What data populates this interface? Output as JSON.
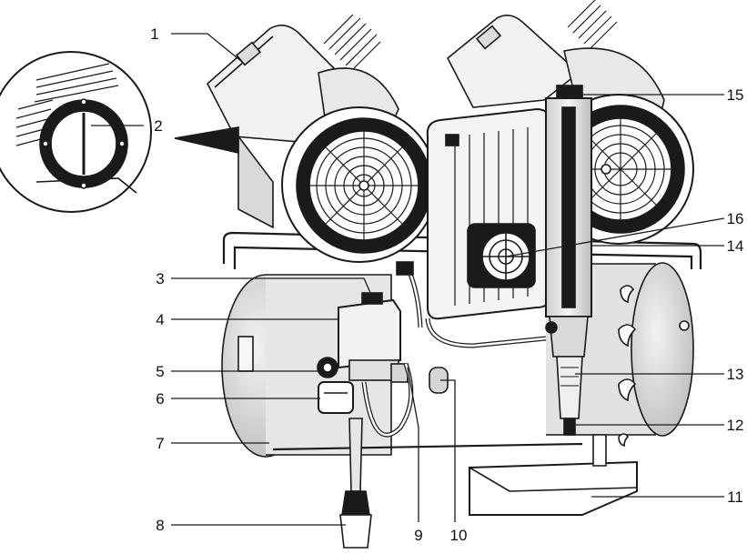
{
  "figure": {
    "description_visible_text": "",
    "callouts": [
      {
        "id": "1",
        "label": "1"
      },
      {
        "id": "2",
        "label": "2"
      },
      {
        "id": "3",
        "label": "3"
      },
      {
        "id": "4",
        "label": "4"
      },
      {
        "id": "5",
        "label": "5"
      },
      {
        "id": "6",
        "label": "6"
      },
      {
        "id": "7",
        "label": "7"
      },
      {
        "id": "8",
        "label": "8"
      },
      {
        "id": "9",
        "label": "9"
      },
      {
        "id": "10",
        "label": "10"
      },
      {
        "id": "11",
        "label": "11"
      },
      {
        "id": "12",
        "label": "12"
      },
      {
        "id": "13",
        "label": "13"
      },
      {
        "id": "14",
        "label": "14"
      },
      {
        "id": "15",
        "label": "15"
      },
      {
        "id": "16",
        "label": "16"
      }
    ],
    "colors": {
      "line": "#1a1a1a",
      "fill_light": "#ffffff",
      "fill_grey": "#d6d6d6",
      "fill_dark": "#222222"
    }
  }
}
